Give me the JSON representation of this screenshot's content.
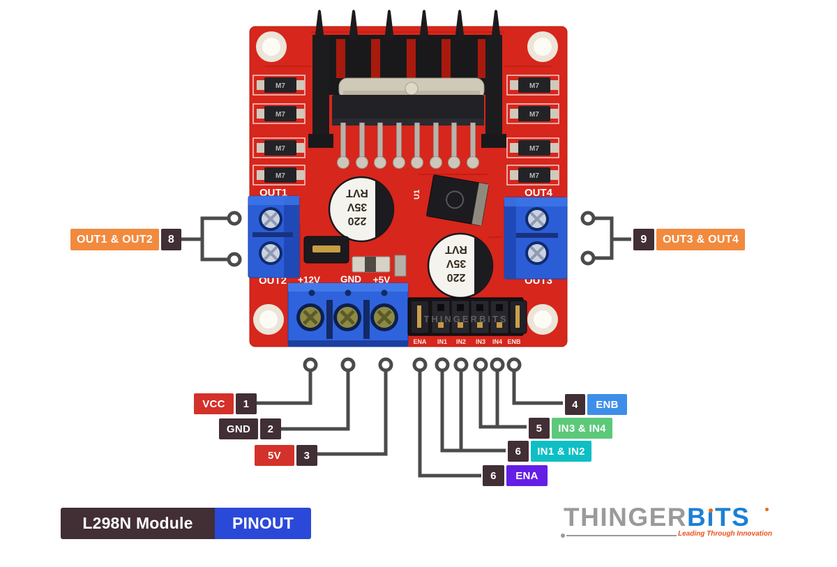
{
  "colors": {
    "background": "#ffffff",
    "line": "#4b4b4b",
    "badge_dark": "#422e35",
    "orange": "#f28a3e",
    "red": "#d4312a",
    "blue": "#3e8ee9",
    "green": "#5cc979",
    "teal": "#0dbfc5",
    "purple": "#641fe6",
    "title_blue": "#2b49d8",
    "pcb_red": "#d7261c",
    "logo_gray": "#9a9a9a",
    "logo_blue": "#1b80d6",
    "tagline_orange": "#e8531f"
  },
  "annotations": {
    "out12": {
      "label": "OUT1 & OUT2",
      "number": "8"
    },
    "out34": {
      "number": "9",
      "label": "OUT3 & OUT4"
    },
    "vcc": {
      "label": "VCC",
      "number": "1"
    },
    "gnd": {
      "label": "GND",
      "number": "2"
    },
    "v5": {
      "label": "5V",
      "number": "3"
    },
    "enb": {
      "number": "4",
      "label": "ENB"
    },
    "in34": {
      "number": "5",
      "label": "IN3 & IN4"
    },
    "in12": {
      "number": "6",
      "label": "IN1 & IN2"
    },
    "ena": {
      "number": "6",
      "label": "ENA"
    }
  },
  "title": {
    "module": "L298N Module",
    "tag": "PINOUT"
  },
  "logo": {
    "part_gray": "THINGER",
    "part_b": "B",
    "part_i": "ı",
    "part_ts": "TS",
    "tagline": "Leading Through Innovation"
  },
  "module": {
    "silkscreen": {
      "out1": "OUT1",
      "out2": "OUT2",
      "out3": "OUT3",
      "out4": "OUT4",
      "v12": "+12V",
      "gnd": "GND",
      "v5": "+5V",
      "u1": "U1",
      "header_pins": [
        "ENA",
        "IN1",
        "IN2",
        "IN3",
        "IN4",
        "ENB"
      ],
      "watermark": "THINGERBITS",
      "diode": "M7",
      "cap": [
        "220",
        "35V",
        "RVT"
      ]
    }
  }
}
